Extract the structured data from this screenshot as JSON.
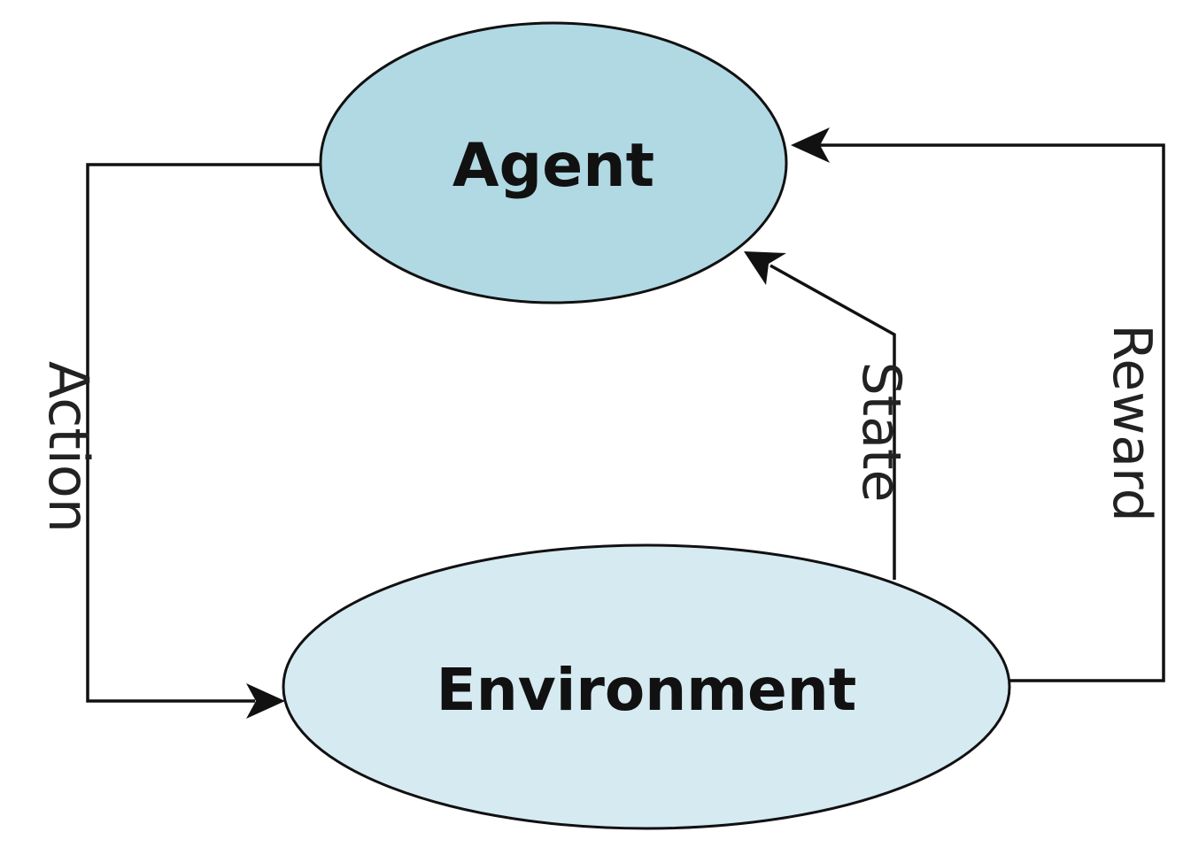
{
  "nodes": {
    "agent": {
      "label": "Agent"
    },
    "environment": {
      "label": "Environment"
    }
  },
  "edges": {
    "action": {
      "label": "Action",
      "from": "agent",
      "to": "environment"
    },
    "state": {
      "label": "State",
      "from": "environment",
      "to": "agent"
    },
    "reward": {
      "label": "Reward",
      "from": "environment",
      "to": "agent"
    }
  },
  "colors": {
    "agent_fill": "#b1d9e4",
    "environment_fill": "#d6eaf2",
    "stroke": "#111111"
  }
}
